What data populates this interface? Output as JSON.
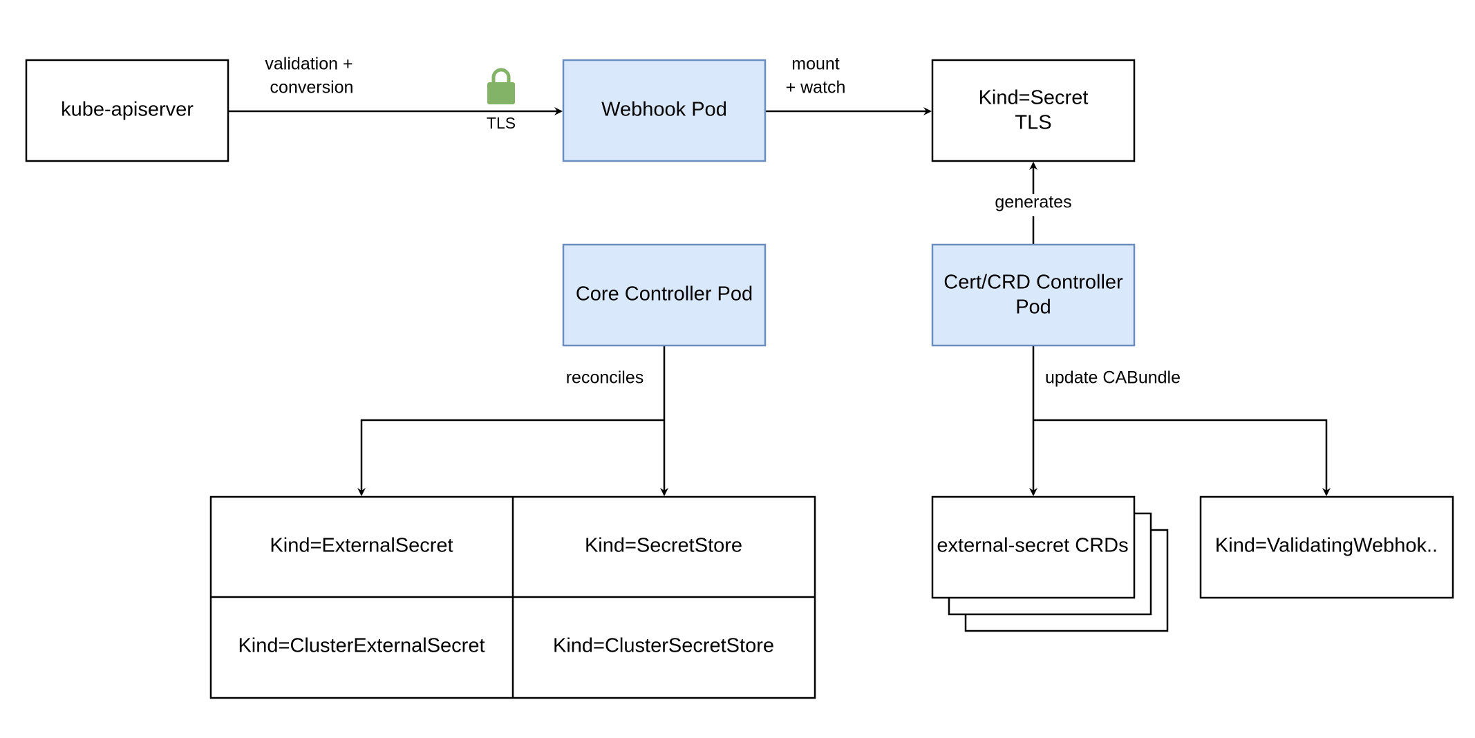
{
  "colors": {
    "stroke": "#000000",
    "pod_fill": "#dae8fc",
    "pod_stroke": "#6c8ebf",
    "plain_fill": "#ffffff",
    "lock": "#82b366"
  },
  "icons": {
    "lock": "padlock-icon"
  },
  "nodes": {
    "kube_apiserver": "kube-apiserver",
    "webhook_pod": "Webhook Pod",
    "secret_tls": [
      "Kind=Secret",
      "TLS"
    ],
    "core_controller": "Core Controller Pod",
    "cert_controller": [
      "Cert/CRD Controller",
      "Pod"
    ],
    "crd_table": {
      "external_secret": "Kind=ExternalSecret",
      "secret_store": "Kind=SecretStore",
      "cluster_external_secret": "Kind=ClusterExternalSecret",
      "cluster_secret_store": "Kind=ClusterSecretStore"
    },
    "external_secret_crds": "external-secret CRDs",
    "validating_webhook": "Kind=ValidatingWebhok.."
  },
  "edges": {
    "validation_conversion": [
      "validation +",
      "conversion"
    ],
    "tls": "TLS",
    "mount_watch": [
      "mount",
      "+ watch"
    ],
    "generates": "generates",
    "reconciles": "reconciles",
    "update_cabundle": "update CABundle"
  }
}
